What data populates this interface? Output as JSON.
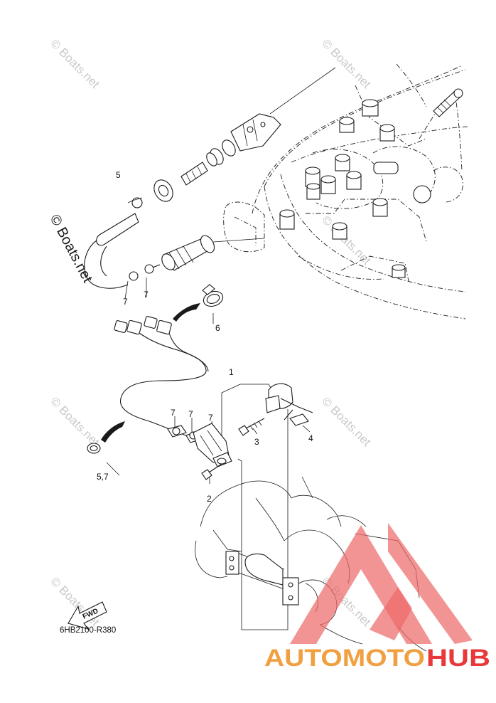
{
  "diagram": {
    "callouts": [
      {
        "id": "c1",
        "text": "1"
      },
      {
        "id": "c2",
        "text": "2"
      },
      {
        "id": "c3",
        "text": "3"
      },
      {
        "id": "c4",
        "text": "4"
      },
      {
        "id": "c5",
        "text": "5"
      },
      {
        "id": "c6",
        "text": "6"
      },
      {
        "id": "c7a",
        "text": "7"
      },
      {
        "id": "c7b",
        "text": "7"
      },
      {
        "id": "c7c",
        "text": "7"
      },
      {
        "id": "c7d",
        "text": "7"
      },
      {
        "id": "c7e",
        "text": "7"
      },
      {
        "id": "c57",
        "text": "5,7"
      }
    ],
    "fwd_label": "FWD",
    "reference_code": "6HB2100-R380"
  },
  "watermarks": {
    "text": "© Boats.net",
    "primary_text": "© Boats.net"
  },
  "logo": {
    "part1": "AUTOMOTO",
    "part2": "HUB",
    "colors": {
      "orange": "#f0a040",
      "red": "#e8383a",
      "triangle": "#ef6b6b"
    }
  }
}
